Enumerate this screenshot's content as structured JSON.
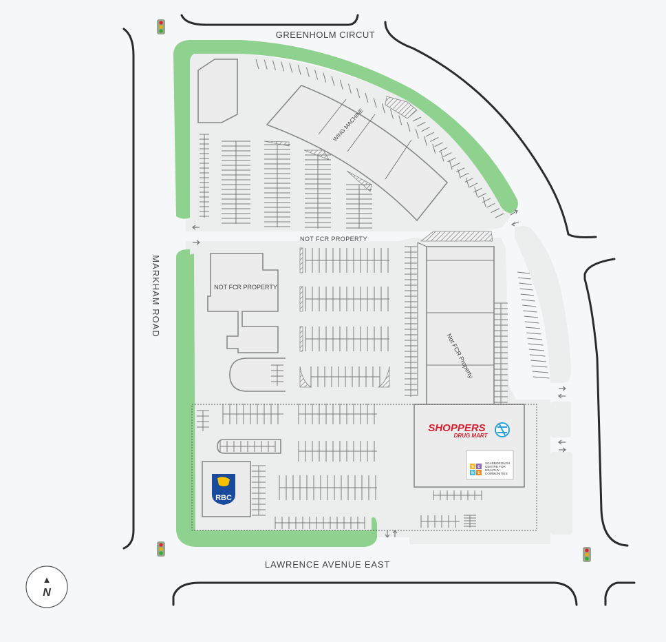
{
  "streets": {
    "north": "GREENHOLM CIRCUT",
    "west": "MARKHAM ROAD",
    "south": "LAWRENCE AVENUE EAST"
  },
  "labels": {
    "not_fcr_top": "NOT FCR PROPERTY",
    "not_fcr_west": "NOT FCR PROPERTY",
    "not_fcr_center": "Not FCR Property",
    "wing_machine": "WING MACHINE"
  },
  "tenants": {
    "shoppers_line1": "SHOPPERS",
    "shoppers_line2": "DRUG MART",
    "rbc": "RBC",
    "scarborough_line1": "SCARBOROUGH",
    "scarborough_line2": "CENTRE FOR",
    "scarborough_line3": "HEALTHY",
    "scarborough_line4": "COMMUNITIES",
    "shc_tile_1": "s",
    "shc_tile_2": "c",
    "shc_tile_3": "h",
    "shc_tile_4": "c"
  },
  "compass": {
    "arrow": "▲",
    "letter": "N"
  },
  "colors": {
    "green": "#8fd18f",
    "shoppers_red": "#d2202f",
    "shoppers_blue": "#2a9fd8",
    "rbc_blue": "#1a4a9c",
    "rbc_yellow": "#f7c100"
  }
}
